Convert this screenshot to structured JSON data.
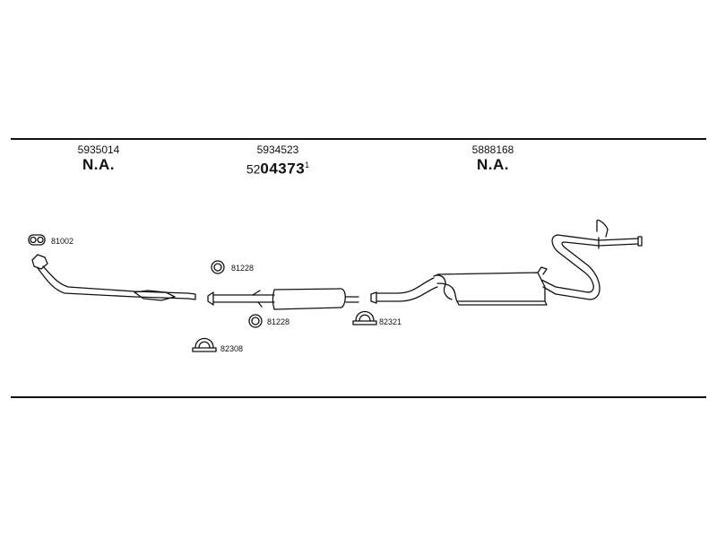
{
  "sections": [
    {
      "part_number": "5935014",
      "status": "N.A."
    },
    {
      "part_number": "5934523",
      "code_prefix": "52",
      "code_main": "04373",
      "code_suffix": "1"
    },
    {
      "part_number": "5888168",
      "status": "N.A."
    }
  ],
  "fittings": [
    {
      "part_number": "81002"
    },
    {
      "part_number": "81228"
    },
    {
      "part_number": "81228"
    },
    {
      "part_number": "82308"
    },
    {
      "part_number": "82321"
    }
  ]
}
